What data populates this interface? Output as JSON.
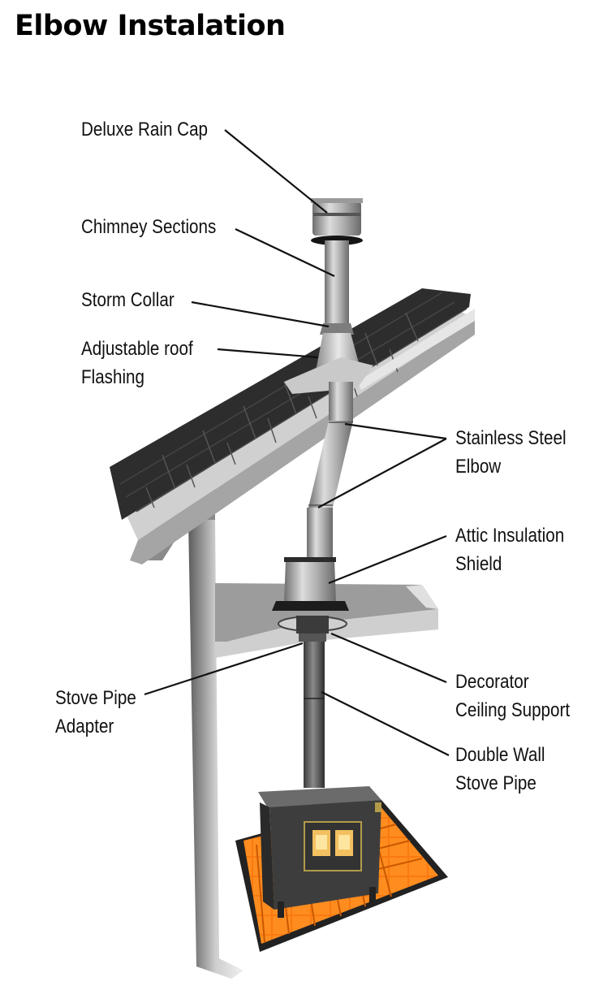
{
  "title": "Elbow Instalation",
  "labels": {
    "rain_cap": "Deluxe Rain Cap",
    "chimney_sections": "Chimney Sections",
    "storm_collar": "Storm Collar",
    "roof_flashing_1": "Adjustable roof",
    "roof_flashing_2": "Flashing",
    "elbow_1": "Stainless Steel",
    "elbow_2": "Elbow",
    "attic_shield_1": "Attic Insulation",
    "attic_shield_2": "Shield",
    "decorator_1": "Decorator",
    "decorator_2": "Ceiling Support",
    "double_wall_1": "Double Wall",
    "double_wall_2": "Stove Pipe",
    "adapter_1": "Stove Pipe",
    "adapter_2": "Adapter"
  }
}
